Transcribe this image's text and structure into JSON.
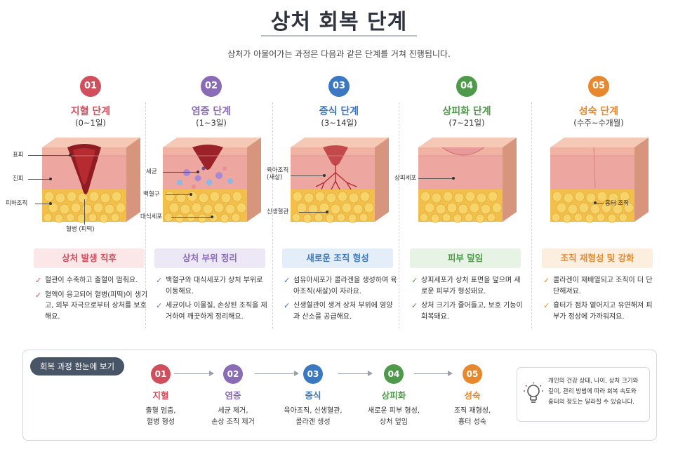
{
  "header": {
    "title": "상처 회복 단계",
    "subtitle": "상처가 아물어가는 과정은 다음과 같은 단계를 거쳐 진행됩니다."
  },
  "stages": [
    {
      "number": "01",
      "name": "지혈 단계",
      "duration": "(0~1일)",
      "color": "#d14e5c",
      "pill_bg": "#fbe7e8",
      "labels": [
        "표피",
        "진피",
        "피하조직",
        "혈병 (피떡)"
      ],
      "pill": "상처 발생 직후",
      "bullets": [
        "혈관이 수축하고 출혈이 멈춰요.",
        "혈액이 응고되어 혈병(피떡)이 생기고, 외부 자극으로부터 상처를 보호해요."
      ]
    },
    {
      "number": "02",
      "name": "염증 단계",
      "duration": "(1~3일)",
      "color": "#8a6bb5",
      "pill_bg": "#ece8f5",
      "labels": [
        "세균",
        "백혈구",
        "대식세포"
      ],
      "pill": "상처 부위 정리",
      "bullets": [
        "백혈구와 대식세포가 상처 부위로 이동해요.",
        "세균이나 이물질, 손상된 조직을 제거하여 깨끗하게 정리해요."
      ]
    },
    {
      "number": "03",
      "name": "증식 단계",
      "duration": "(3~14일)",
      "color": "#3a78c2",
      "pill_bg": "#e4eef9",
      "labels": [
        "육아조직\n(새살)",
        "신생혈관"
      ],
      "pill": "새로운 조직 형성",
      "bullets": [
        "섬유아세포가 콜라겐을 생성하여 육아조직(새살)이 자라요.",
        "신생혈관이 생겨 상처 부위에 영양과 산소를 공급해요."
      ]
    },
    {
      "number": "04",
      "name": "상피화 단계",
      "duration": "(7~21일)",
      "color": "#4e9a4a",
      "pill_bg": "#e7f3e4",
      "labels": [
        "상피세포"
      ],
      "pill": "피부 덮임",
      "bullets": [
        "상피세포가 상처 표면을 덮으며 새로운 피부가 형성돼요.",
        "상처 크기가 줄어들고, 보호 기능이 회복돼요."
      ]
    },
    {
      "number": "05",
      "name": "성숙 단계",
      "duration": "(수주~수개월)",
      "color": "#e8882c",
      "pill_bg": "#fcefe0",
      "labels": [
        "흉터 조직"
      ],
      "pill": "조직 재형성 및 강화",
      "bullets": [
        "콜라겐이 재배열되고 조직이 더 단단해져요.",
        "흉터가 점차 옅어지고 유연해져 피부가 정상에 가까워져요."
      ]
    }
  ],
  "summary": {
    "tag": "회복 과정 한눈에 보기",
    "steps": [
      {
        "number": "01",
        "title": "지혈",
        "desc": [
          "출혈 멈춤,",
          "혈병 형성"
        ]
      },
      {
        "number": "02",
        "title": "염증",
        "desc": [
          "세균 제거,",
          "손상 조직 제거"
        ]
      },
      {
        "number": "03",
        "title": "증식",
        "desc": [
          "육아조직, 신생혈관,",
          "콜라겐 생성"
        ]
      },
      {
        "number": "04",
        "title": "상피화",
        "desc": [
          "새로운 피부 형성,",
          "상처 덮임"
        ]
      },
      {
        "number": "05",
        "title": "성숙",
        "desc": [
          "조직 재형성,",
          "흉터 성숙"
        ]
      }
    ],
    "note": [
      "개인의 건강 상태, 나이, 상처 크기와",
      "깊이, 관리 방법에 따라 회복 속도와",
      "흉터의 정도는 달라질 수 있습니다."
    ],
    "note_icon": "lightbulb-icon"
  },
  "icons": {
    "check": "check-icon",
    "arrow": "arrow-right-icon"
  }
}
